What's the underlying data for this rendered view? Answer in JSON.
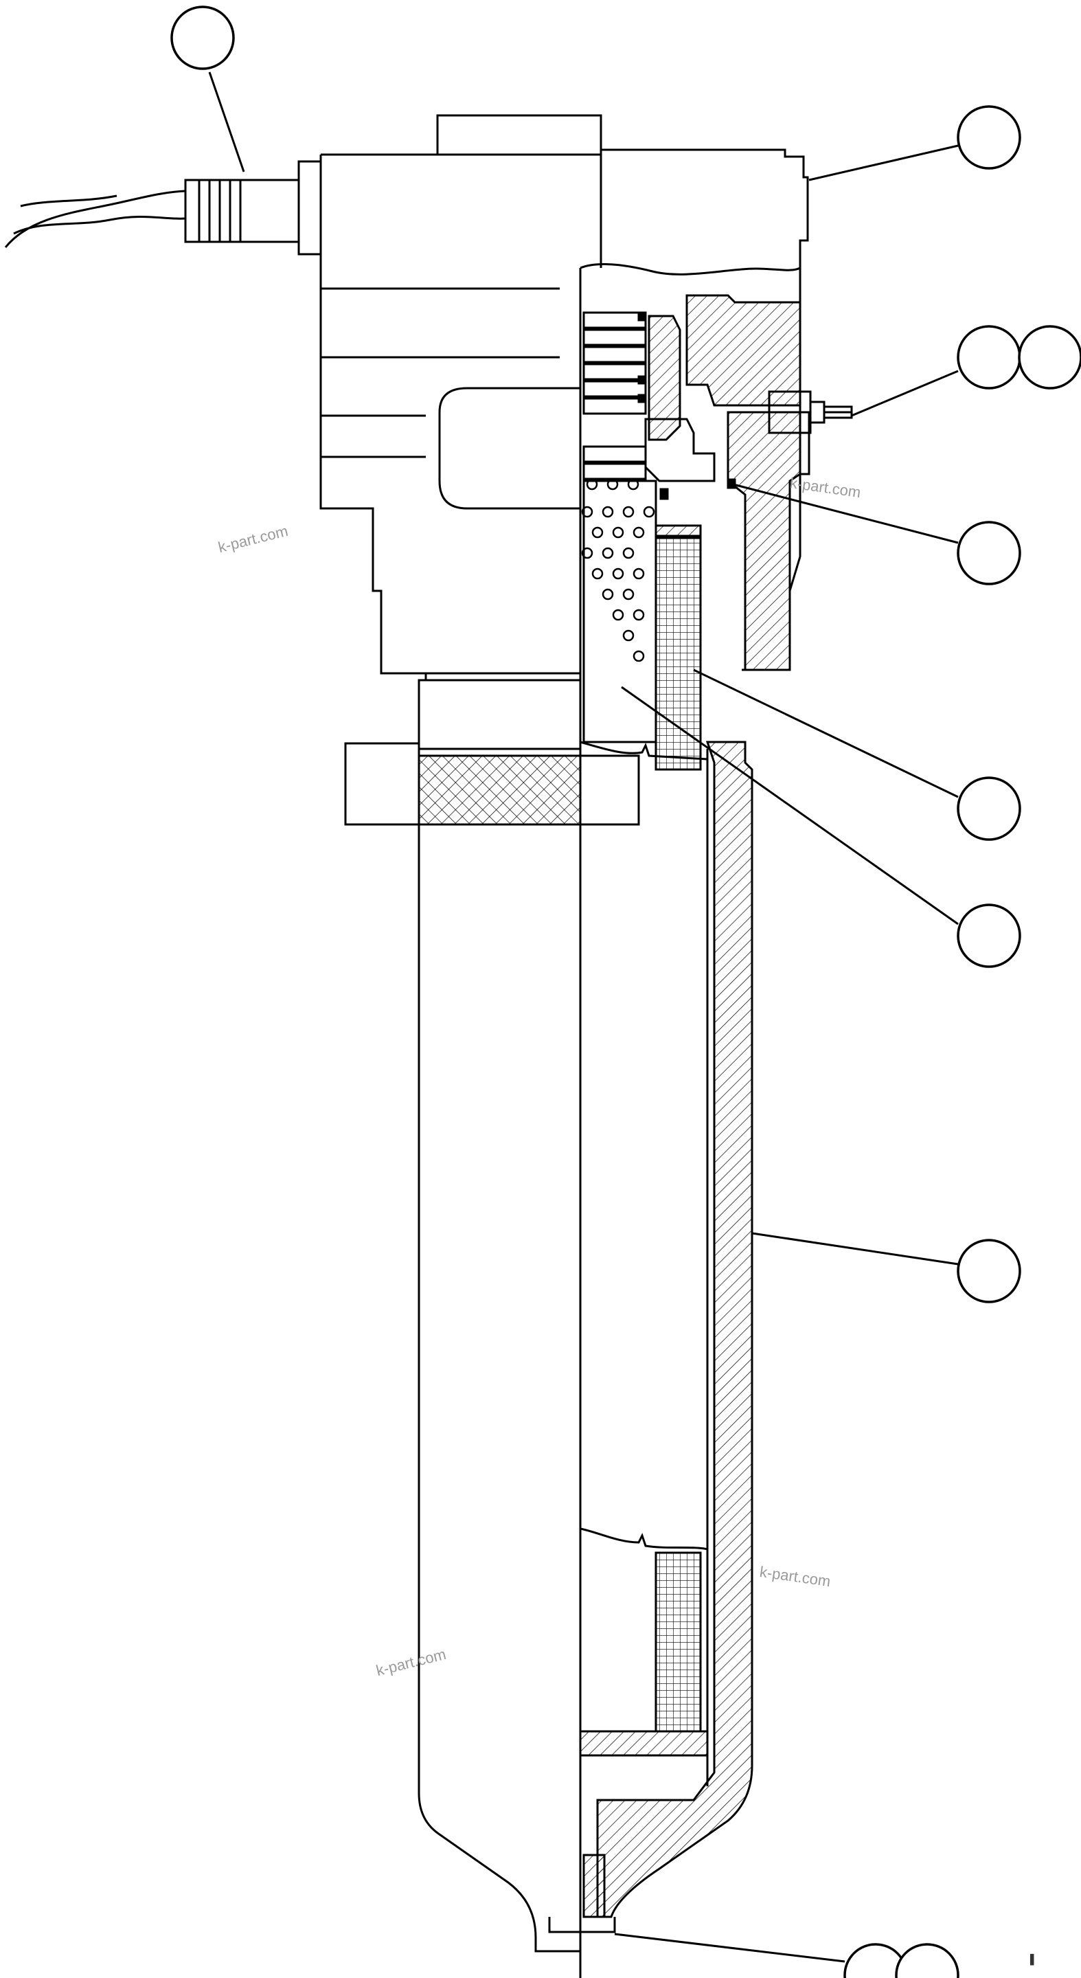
{
  "diagram": {
    "type": "filter-assembly-cutaway",
    "watermarks": [
      "k-part.com",
      "k-part.com",
      "k-part.com",
      "k-part.com"
    ],
    "callout_labels": [
      "",
      "",
      "",
      "",
      "",
      "",
      "",
      "",
      "",
      "",
      ""
    ],
    "corner_mark": "▌"
  }
}
